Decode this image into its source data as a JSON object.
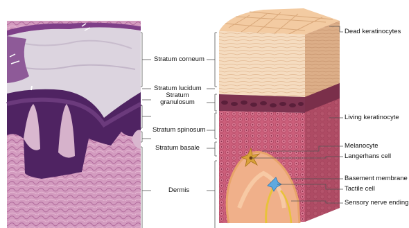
{
  "labels_left": {
    "stratum_corneum": "Stratum corneum",
    "stratum_lucidum": "Stratum lucidum",
    "stratum_granulosum_1": "Stratum",
    "stratum_granulosum_2": "granulosum",
    "stratum_spinosum": "Stratum spinosum",
    "stratum_basale": "Stratum basale",
    "dermis": "Dermis"
  },
  "labels_right": {
    "dead_keratinocytes": "Dead keratinocytes",
    "living_keratinocyte": "Living keratinocyte",
    "melanocyte": "Melanocyte",
    "langerhans_cell": "Langerhans cell",
    "basement_membrane": "Basement membrane",
    "tactile_cell": "Tactile cell",
    "sensory_nerve_ending": "Sensory nerve ending"
  },
  "colors": {
    "micrograph_dermis": "#c98bb4",
    "micrograph_corneum": "#d9d2de",
    "micrograph_basal": "#4a1f5c",
    "block_top": "#f3cfa8",
    "block_epidermis": "#c84f6a",
    "block_dermis": "#f0b48e",
    "line": "#555555"
  }
}
